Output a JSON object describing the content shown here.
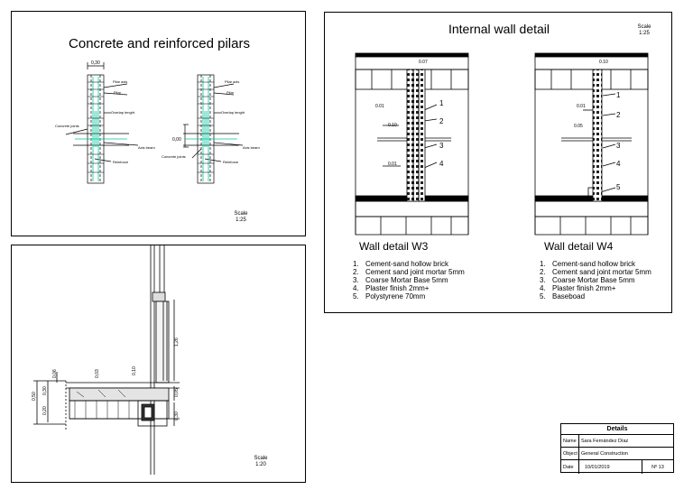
{
  "pillars": {
    "title": "Concrete and reinforced pilars",
    "dim_width": "0,30",
    "labels": {
      "pilar_axis": "Pilar axis",
      "pilar": "Pilar",
      "overlap_left": "Overlap lenght",
      "overlap_right": "Overlap lenght",
      "concrete_joints_left": "Concrete joints",
      "concrete_joints_right": "Concrete joints",
      "axis_beam_left": "Axis beam",
      "axis_beam_right": "Axis beam",
      "reinforce_left": "Reinforce",
      "reinforce_right": "Reinforce",
      "dim_overlap": "0,00"
    },
    "scale": [
      "Scale",
      "1:25"
    ]
  },
  "section": {
    "scale": [
      "Scale",
      "1:20"
    ],
    "dims": [
      "1,26",
      "0,50",
      "0,30",
      "0,20",
      "0,06",
      "0,03",
      "0,10",
      "0,05",
      "0,30"
    ]
  },
  "wall": {
    "title": "Internal wall detail",
    "scale": [
      "Scale",
      "1:25"
    ],
    "w3": {
      "title": "Wall detail W3",
      "top_dim": "0.07",
      "dims": [
        "0.01",
        "0.10",
        "0.01"
      ],
      "callouts": [
        "1",
        "2",
        "3",
        "4"
      ],
      "items": [
        {
          "n": "1.",
          "text": "Cement-sand hollow brick"
        },
        {
          "n": "2.",
          "text": "Cement sand joint mortar 5mm"
        },
        {
          "n": "3.",
          "text": "Coarse Mortar Base 5mm"
        },
        {
          "n": "4.",
          "text": "Plaster finish 2mm+"
        },
        {
          "n": "5.",
          "text": "Polystyrene 70mm"
        }
      ]
    },
    "w4": {
      "title": "Wall detail W4",
      "top_dim": "0.10",
      "dims": [
        "0.01",
        "0.05"
      ],
      "callouts": [
        "1",
        "2",
        "3",
        "4",
        "5"
      ],
      "items": [
        {
          "n": "1.",
          "text": "Cement-sand hollow brick"
        },
        {
          "n": "2.",
          "text": "Cement sand joint mortar 5mm"
        },
        {
          "n": "3.",
          "text": "Coarse Mortar Base 5mm"
        },
        {
          "n": "4.",
          "text": "Plaster finish 2mm+"
        },
        {
          "n": "5.",
          "text": "Baseboad"
        }
      ]
    }
  },
  "details": {
    "title": "Details",
    "name_label": "Name",
    "name_value": "Sara Fernández Díaz",
    "object_label": "Object",
    "object_value": "General Construction",
    "date_label": "Date",
    "date_value": "10/01/2019",
    "number": "Nº 13"
  },
  "colors": {
    "rebar": "#00c8a0",
    "line": "#000000"
  }
}
